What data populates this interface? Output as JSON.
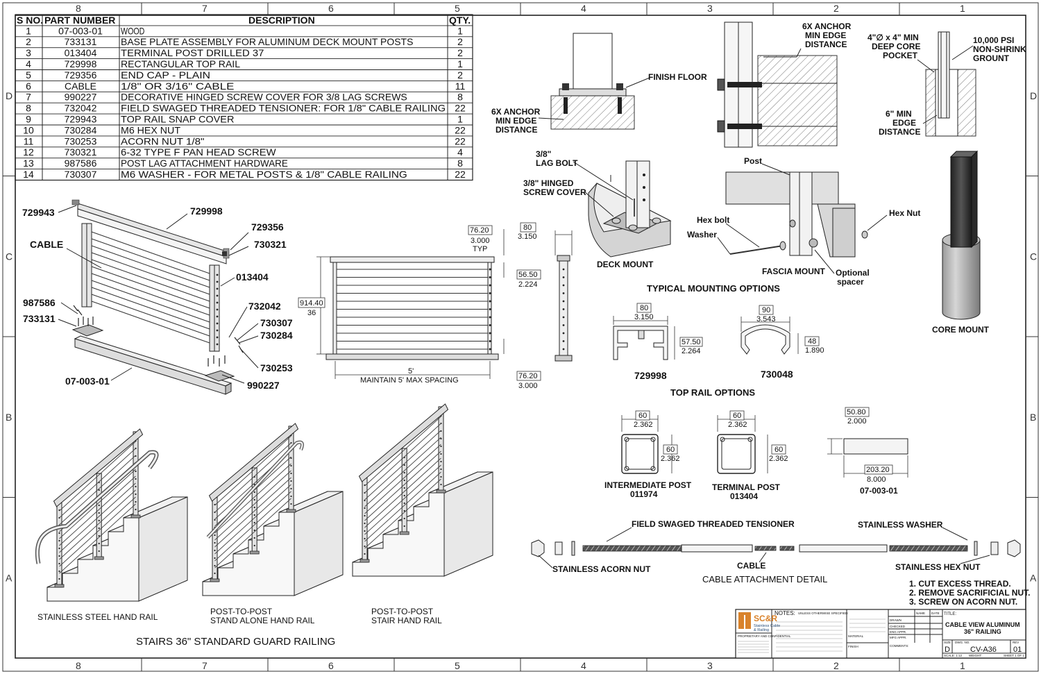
{
  "bom": {
    "headers": {
      "sno": "S NO.",
      "part": "PART NUMBER",
      "desc": "DESCRIPTION",
      "qty": "QTY."
    },
    "rows": [
      {
        "sno": "1",
        "part": "07-003-01",
        "desc": "WOOD",
        "qty": "1"
      },
      {
        "sno": "2",
        "part": "733131",
        "desc": "BASE PLATE ASSEMBLY FOR ALUMINUM DECK MOUNT POSTS",
        "qty": "2"
      },
      {
        "sno": "3",
        "part": "013404",
        "desc": "TERMINAL POST DRILLED 37",
        "qty": "2"
      },
      {
        "sno": "4",
        "part": "729998",
        "desc": "RECTANGULAR TOP RAIL",
        "qty": "1"
      },
      {
        "sno": "5",
        "part": "729356",
        "desc": "END CAP - PLAIN",
        "qty": "2"
      },
      {
        "sno": "6",
        "part": "CABLE",
        "desc": "1/8\" OR 3/16\" CABLE",
        "qty": "11"
      },
      {
        "sno": "7",
        "part": "990227",
        "desc": "DECORATIVE HINGED SCREW COVER FOR 3/8 LAG SCREWS",
        "qty": "8"
      },
      {
        "sno": "8",
        "part": "732042",
        "desc": "FIELD SWAGED THREADED TENSIONER: FOR 1/8\" CABLE RAILING",
        "qty": "22"
      },
      {
        "sno": "9",
        "part": "729943",
        "desc": "TOP RAIL SNAP COVER",
        "qty": "1"
      },
      {
        "sno": "10",
        "part": "730284",
        "desc": "M6 HEX NUT",
        "qty": "22"
      },
      {
        "sno": "11",
        "part": "730253",
        "desc": "ACORN NUT 1/8\"",
        "qty": "22"
      },
      {
        "sno": "12",
        "part": "730321",
        "desc": "6-32 TYPE F PAN HEAD SCREW",
        "qty": "4"
      },
      {
        "sno": "13",
        "part": "987586",
        "desc": "POST LAG ATTACHMENT HARDWARE",
        "qty": "8"
      },
      {
        "sno": "14",
        "part": "730307",
        "desc": "M6 WASHER - FOR METAL POSTS & 1/8\" CABLE RAILING",
        "qty": "22"
      }
    ]
  },
  "grid": {
    "columns": [
      "8",
      "7",
      "6",
      "5",
      "4",
      "3",
      "2",
      "1"
    ],
    "rows": [
      "D",
      "C",
      "B",
      "A"
    ]
  },
  "exploded": {
    "labels": {
      "l729943": "729943",
      "l729998": "729998",
      "l729356": "729356",
      "l730321": "730321",
      "cable": "CABLE",
      "l013404": "013404",
      "l987586": "987586",
      "l733131": "733131",
      "l732042": "732042",
      "l730307": "730307",
      "l730284": "730284",
      "l730253": "730253",
      "l990227": "990227",
      "l0700301": "07-003-01"
    }
  },
  "elevation": {
    "height_mm": "914.40",
    "height_in": "36",
    "spacing_label": "5'",
    "spacing_note": "MAINTAIN 5' MAX SPACING",
    "gap_mm": "76.20",
    "gap_in": "3.000",
    "gap_typ": "TYP",
    "post_mm": "80",
    "post_in": "3.150",
    "cap_mm": "56.50",
    "cap_in": "2.224",
    "bottom_mm": "76.20",
    "bottom_in": "3.000"
  },
  "mounts": {
    "anchor_left": "6X ANCHOR\nMIN EDGE\nDISTANCE",
    "finish_floor": "FINISH FLOOR",
    "anchor_right": "6X ANCHOR\nMIN EDGE\nDISTANCE",
    "core_pocket": "4\"∅ x 4\" MIN\nDEEP CORE\nPOCKET",
    "grout": "10,000 PSI\nNON-SHRINK\nGROUNT",
    "min_edge": "6\" MIN\nEDGE\nDISTANCE",
    "lag_bolt": "3/8\"\nLAG BOLT",
    "hinged_cover": "3/8\" HINGED\nSCREW COVER",
    "deck_mount": "DECK MOUNT",
    "post": "Post",
    "hex_bolt": "Hex bolt",
    "washer": "Washer",
    "hex_nut": "Hex Nut",
    "fascia_mount": "FASCIA MOUNT",
    "optional_spacer": "Optional\nspacer",
    "core_mount": "CORE MOUNT",
    "typical": "TYPICAL MOUNTING OPTIONS"
  },
  "toprail": {
    "title": "TOP RAIL OPTIONS",
    "r1_w_mm": "80",
    "r1_w_in": "3.150",
    "r1_h_mm": "57.50",
    "r1_h_in": "2.264",
    "r1_name": "729998",
    "r2_w_mm": "90",
    "r2_w_in": "3.543",
    "r2_h_mm": "48",
    "r2_h_in": "1.890",
    "r2_name": "730048"
  },
  "posts": {
    "p1_w_mm": "60",
    "p1_w_in": "2.362",
    "p1_h_mm": "60",
    "p1_h_in": "2.362",
    "p1_name": "INTERMEDIATE POST",
    "p1_part": "011974",
    "p2_w_mm": "60",
    "p2_w_in": "2.362",
    "p2_h_mm": "60",
    "p2_h_in": "2.362",
    "p2_name": "TERMINAL POST",
    "p2_part": "013404",
    "w_h_mm": "50.80",
    "w_h_in": "2.000",
    "w_l_mm": "203.20",
    "w_l_in": "8.000",
    "w_part": "07-003-01"
  },
  "cable_detail": {
    "tensioner": "FIELD SWAGED THREADED TENSIONER",
    "washer": "STAINLESS WASHER",
    "acorn": "STAINLESS ACORN NUT",
    "cable": "CABLE",
    "hex": "STAINLESS HEX NUT",
    "title": "CABLE ATTACHMENT DETAIL",
    "notes": [
      "1. CUT EXCESS THREAD.",
      "2. REMOVE SACRIFICIAL NUT.",
      "3. SCREW ON ACORN NUT."
    ]
  },
  "stairs": {
    "s1": "STAINLESS STEEL HAND RAIL",
    "s2a": "POST-TO-POST",
    "s2b": "STAND ALONE HAND RAIL",
    "s3a": "POST-TO-POST",
    "s3b": "STAIR HAND RAIL",
    "title": "STAIRS 36\" STANDARD GUARD RAILING"
  },
  "titleblock": {
    "logo_main": "SC&R",
    "logo_sub1": "Stainless Cable",
    "logo_sub2": "& Railing",
    "notes_label": "NOTES:",
    "title_label": "TITLE:",
    "title1": "CABLE VIEW ALUMINUM",
    "title2": "36\" RAILING",
    "size_label": "SIZE",
    "size": "D",
    "dwg_label": "DWG.  NO.",
    "dwg": "CV-A36",
    "rev_label": "REV",
    "rev": "01",
    "scale": "SCALE: 1:12",
    "weight": "WEIGHT:",
    "sheet": "SHEET 1 OF 1",
    "proprietary": "PROPRIETARY AND CONFIDENTIAL",
    "name": "NAME",
    "date": "DATE",
    "drawn": "DRAWN",
    "checked": "CHECKED",
    "eng": "ENG APPR.",
    "mfg": "MFG APPR.",
    "comments": "COMMENTS:",
    "unless": "UNLESS OTHERWISE SPECIFIED:",
    "material": "MATERIAL",
    "finish": "FINISH"
  },
  "colors": {
    "logo_orange": "#d9822b",
    "logo_blue": "#2b4f7a",
    "line": "#222222"
  }
}
